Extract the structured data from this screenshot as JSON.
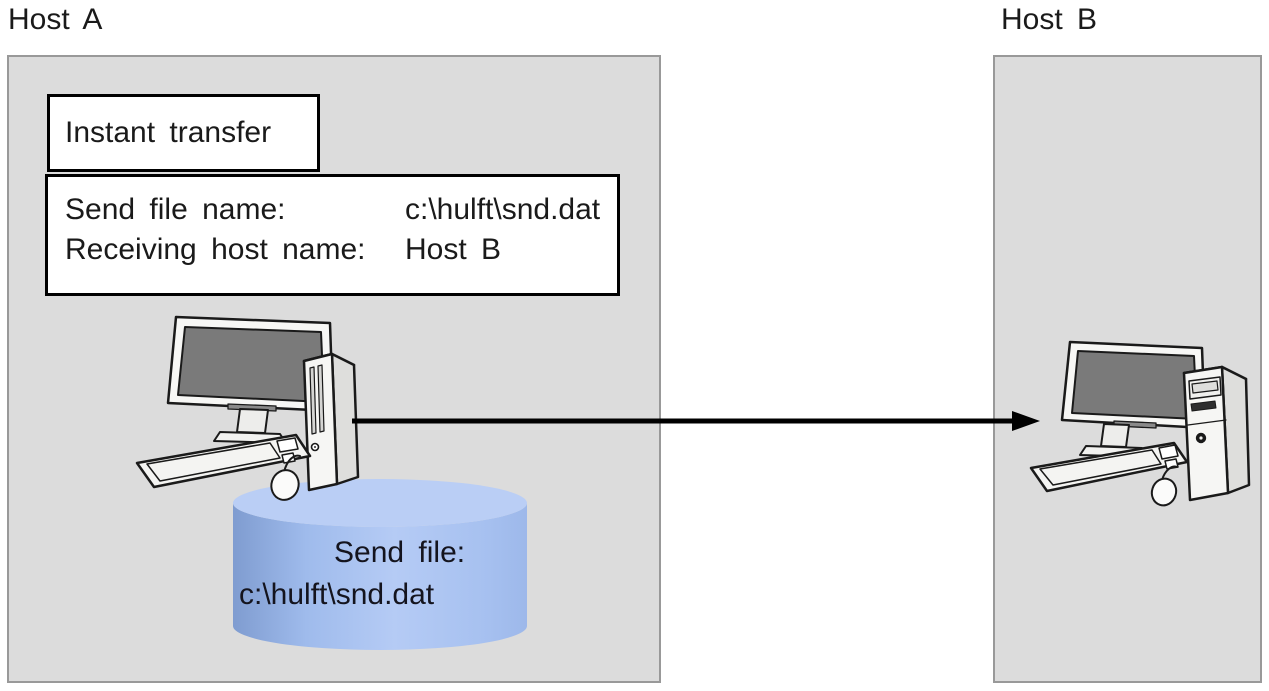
{
  "diagram": {
    "host_a": {
      "label": "Host A",
      "instant_transfer_title": "Instant transfer",
      "details": {
        "rows": [
          {
            "label": "Send file name:",
            "value": "c:\\hulft\\snd.dat"
          },
          {
            "label": "Receiving host name:",
            "value": "Host B"
          }
        ]
      },
      "send_file_store": {
        "caption": "Send file:",
        "path": "c:\\hulft\\snd.dat"
      }
    },
    "host_b": {
      "label": "Host B"
    },
    "arrow": {
      "direction": "host-a-to-host-b"
    },
    "colors": {
      "host_box_fill": "#dcdcdc",
      "host_box_border": "#999999",
      "cylinder_blue_light": "#b9cdf5",
      "cylinder_blue_dark": "#7f9cd0",
      "outline": "#1a1a1a",
      "screen_gray": "#7a7a7a"
    }
  }
}
